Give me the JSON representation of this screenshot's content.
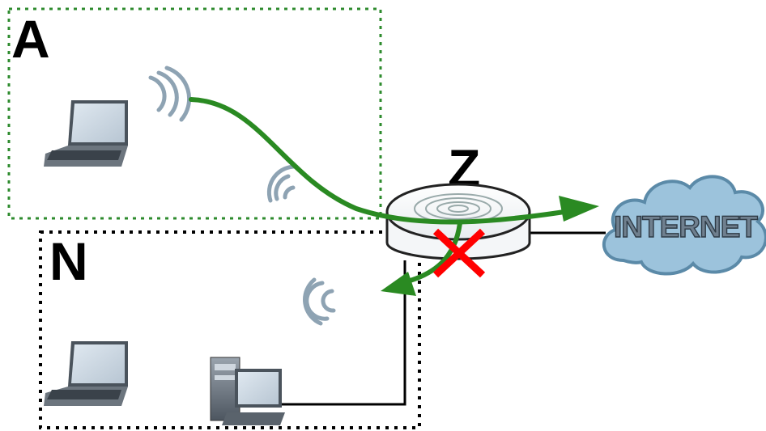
{
  "labels": {
    "zone_a": "A",
    "zone_n": "N",
    "router": "Z",
    "internet": "INTERNET"
  },
  "colors": {
    "zone_a_border": "#2e8b2e",
    "zone_n_border": "#000000",
    "allowed_path": "#2a8a22",
    "blocked_mark": "#ff0000",
    "cloud_fill": "#9cc3dc",
    "cloud_stroke": "#5b8aa8"
  },
  "icons": [
    "laptop-icon",
    "desktop-computer-icon",
    "router-icon",
    "internet-cloud-icon",
    "wireless-signal-icon",
    "block-x-icon",
    "arrow-icon"
  ]
}
